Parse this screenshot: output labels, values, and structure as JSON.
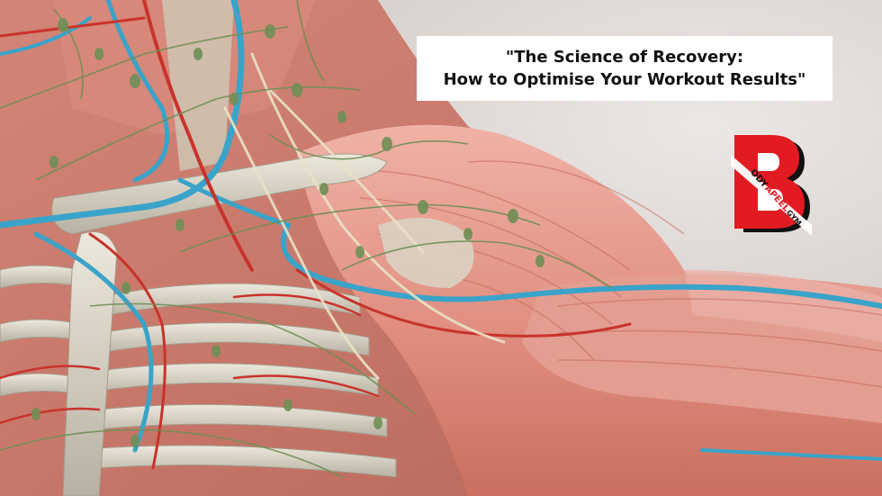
{
  "image": {
    "description_icon": "anatomical-shoulder-illustration"
  },
  "title": {
    "line1": "\"The Science of Recovery:",
    "line2": "How to Optimise Your Workout Results\""
  },
  "logo": {
    "icon": "bodyapeel-gym-logo",
    "text_ody": "ODY",
    "text_apeel": "APEEL",
    "text_gym": "GYM",
    "color_red": "#e21b23",
    "color_black": "#111111"
  },
  "colors": {
    "background": "#d9d3cf",
    "muscle": "#e2988c",
    "bone": "#dcd6c8",
    "vein": "#3aa3c9",
    "artery": "#c8332c",
    "nerve": "#6f8f55"
  }
}
